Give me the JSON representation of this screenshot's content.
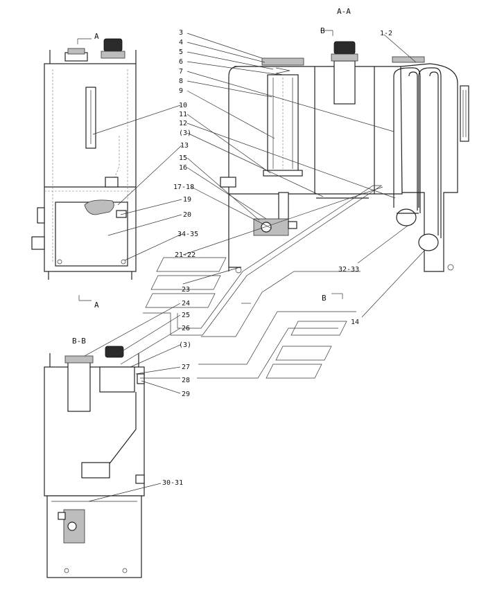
{
  "views": {
    "section_a_a": "A-A",
    "section_b_b": "B-B",
    "cut_a_top": "A",
    "cut_a_bottom": "A",
    "cut_b_top": "B",
    "cut_b_mid": "B"
  },
  "callouts": [
    "3",
    "4",
    "5",
    "6",
    "7",
    "8",
    "9",
    "10",
    "11",
    "12",
    "(3)",
    "13",
    "15",
    "16",
    "17-18",
    "19",
    "20",
    "34-35",
    "21-22",
    "23",
    "24",
    "25",
    "26",
    "(3)",
    "27",
    "28",
    "29",
    "30-31",
    "1-2",
    "32-33",
    "14"
  ]
}
